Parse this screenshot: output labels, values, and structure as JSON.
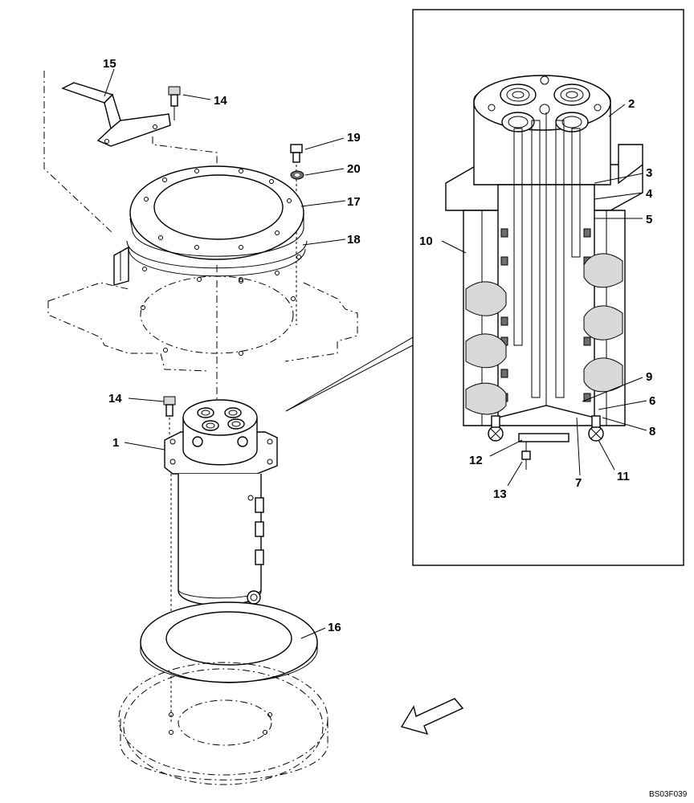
{
  "callouts": {
    "c1": "1",
    "c2": "2",
    "c3": "3",
    "c4": "4",
    "c5": "5",
    "c6": "6",
    "c7": "7",
    "c8": "8",
    "c9": "9",
    "c10": "10",
    "c11": "11",
    "c12": "12",
    "c13": "13",
    "c14a": "14",
    "c14b": "14",
    "c15": "15",
    "c16": "16",
    "c17": "17",
    "c18": "18",
    "c19": "19",
    "c20": "20"
  },
  "figure_code": "BS03F039",
  "direction_icon": "front-direction-arrow-icon"
}
